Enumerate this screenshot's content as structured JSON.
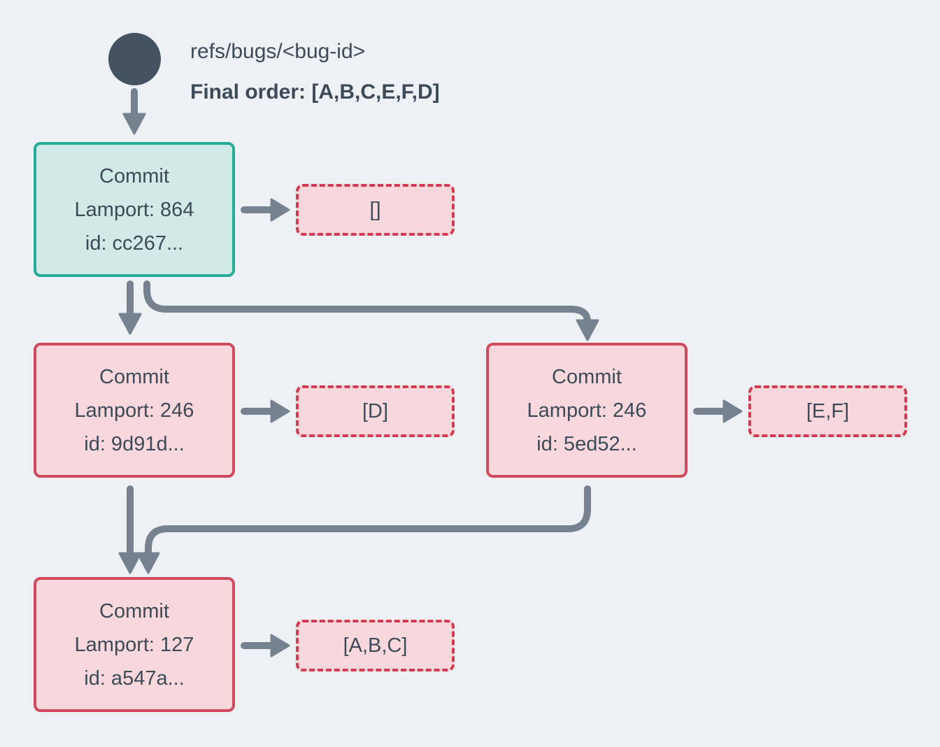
{
  "colors": {
    "background": "#edf1f4",
    "text": "#3d4a57",
    "node-circle": "#455261",
    "arrow": "#76828f",
    "teal-border": "#27ab99",
    "teal-fill": "#d1eae6",
    "red-border": "#d04a5e",
    "red-dashed": "#d23b52",
    "pink-fill": "#f8d8dd"
  },
  "header": {
    "ref": "refs/bugs/<bug-id>",
    "final_order": "Final order: [A,B,C,E,F,D]"
  },
  "commits": {
    "root": {
      "title": "Commit",
      "lamport": "Lamport: 864",
      "id": "id: cc267...",
      "ops": "[]"
    },
    "left": {
      "title": "Commit",
      "lamport": "Lamport: 246",
      "id": "id: 9d91d...",
      "ops": "[D]"
    },
    "right": {
      "title": "Commit",
      "lamport": "Lamport: 246",
      "id": "id: 5ed52...",
      "ops": "[E,F]"
    },
    "bottom": {
      "title": "Commit",
      "lamport": "Lamport: 127",
      "id": "id: a547a...",
      "ops": "[A,B,C]"
    }
  }
}
